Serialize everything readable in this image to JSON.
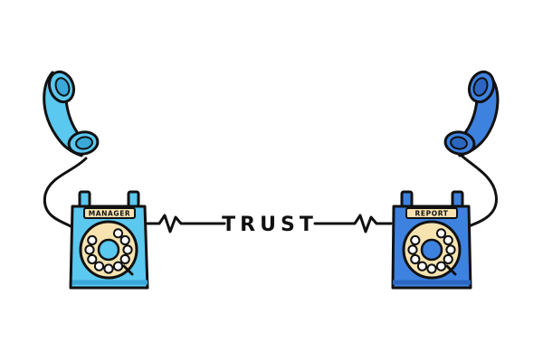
{
  "illustration": {
    "center_word": "TRUST",
    "left_phone": {
      "label": "MANAGER",
      "color": "#5bc8f0",
      "shade": "#3aa8d8"
    },
    "right_phone": {
      "label": "REPORT",
      "color": "#3e82e0",
      "shade": "#2c66c0"
    },
    "dial_color": "#f6e3b0",
    "outline_color": "#111111"
  }
}
